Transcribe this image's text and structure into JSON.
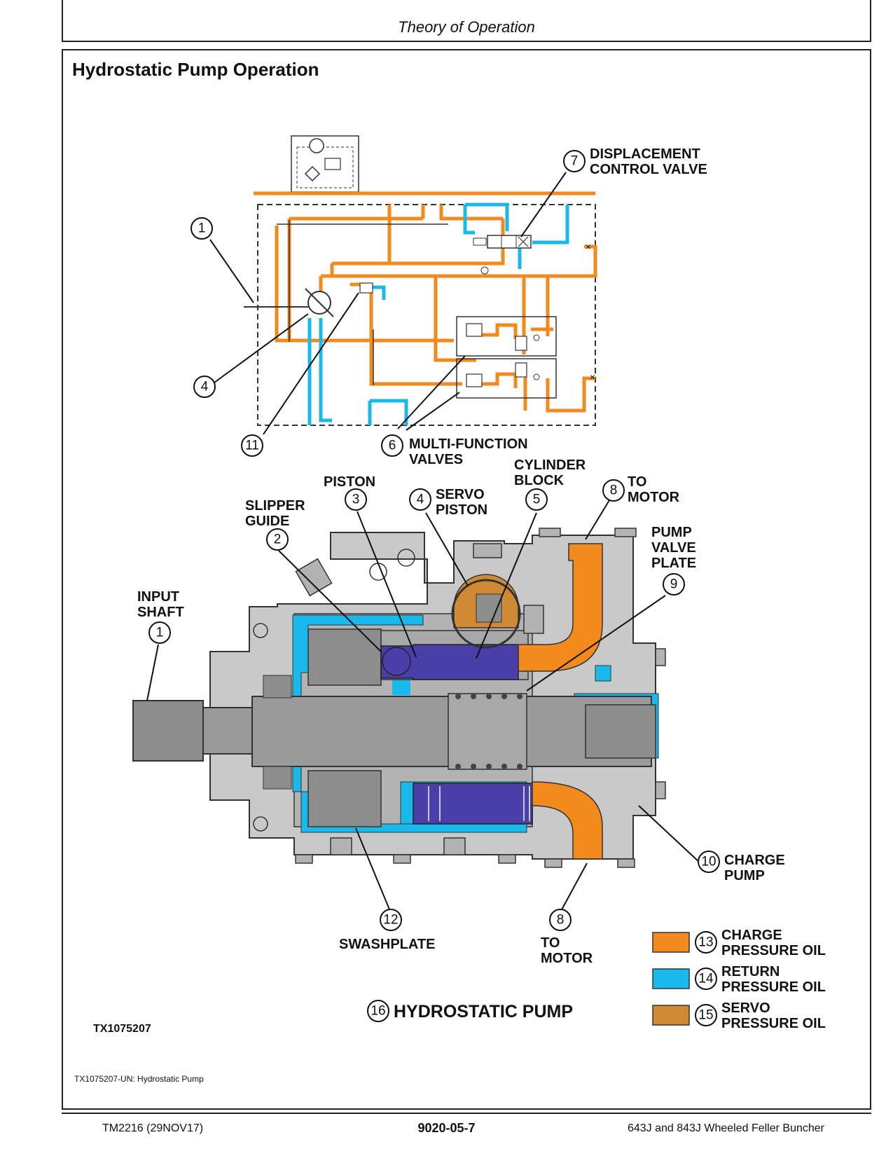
{
  "header": {
    "title": "Theory of Operation"
  },
  "section": {
    "title": "Hydrostatic Pump Operation"
  },
  "schematic_labels": {
    "displacement_control_valve": [
      "DISPLACEMENT",
      "CONTROL VALVE"
    ],
    "multi_function_valves": [
      "MULTI-FUNCTION",
      "VALVES"
    ]
  },
  "callouts": {
    "c1": "1",
    "c2": "2",
    "c3": "3",
    "c4": "4",
    "c5": "5",
    "c6": "6",
    "c7": "7",
    "c8": "8",
    "c9": "9",
    "c10": "10",
    "c11": "11",
    "c12": "12",
    "c13": "13",
    "c14": "14",
    "c15": "15",
    "c16": "16"
  },
  "pump_labels": {
    "input_shaft": [
      "INPUT",
      "SHAFT"
    ],
    "slipper_guide": [
      "SLIPPER",
      "GUIDE"
    ],
    "piston": "PISTON",
    "servo_piston": [
      "SERVO",
      "PISTON"
    ],
    "cylinder_block": [
      "CYLINDER",
      "BLOCK"
    ],
    "to_motor": [
      "TO",
      "MOTOR"
    ],
    "pump_valve_plate": [
      "PUMP",
      "VALVE",
      "PLATE"
    ],
    "charge_pump": [
      "CHARGE",
      "PUMP"
    ],
    "swashplate": "SWASHPLATE",
    "hydrostatic_pump": "HYDROSTATIC PUMP"
  },
  "legend": [
    {
      "color": "#f28a1e",
      "line1": "CHARGE",
      "line2": "PRESSURE OIL"
    },
    {
      "color": "#19b9ec",
      "line1": "RETURN",
      "line2": "PRESSURE OIL"
    },
    {
      "color": "#d08a34",
      "line1": "SERVO",
      "line2": "PRESSURE OIL"
    }
  ],
  "figure_id": "TX1075207",
  "caption": "TX1075207-UN: Hydrostatic Pump",
  "footer": {
    "left": "TM2216 (29NOV17)",
    "center": "9020-05-7",
    "right": "643J and 843J Wheeled Feller Buncher"
  }
}
